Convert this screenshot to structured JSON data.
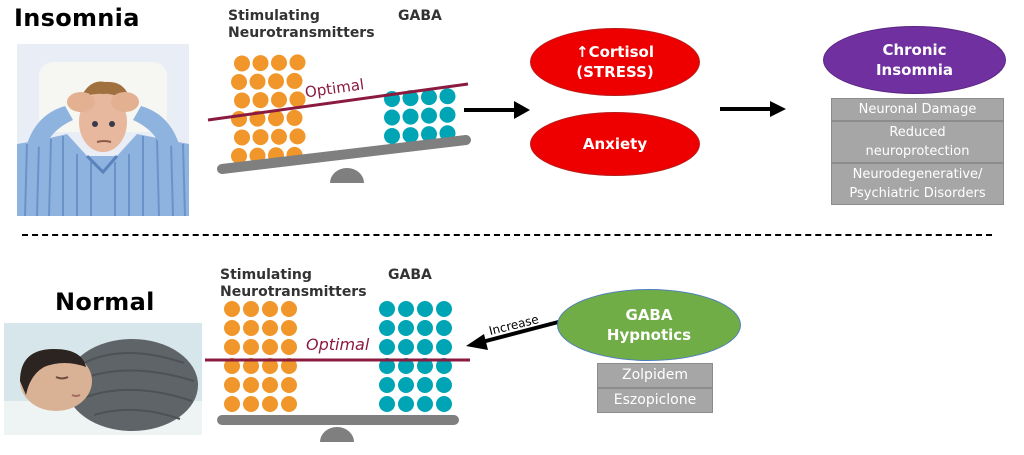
{
  "colors": {
    "stimulating_dot": "#f0962a",
    "gaba_dot": "#00a5b5",
    "optimal_line": "#8b1a3f",
    "seesaw": "#7f7f7f",
    "stress_ellipse": "#ee0000",
    "chronic_ellipse": "#7030a0",
    "hypnotics_ellipse": "#70ad47",
    "effect_box": "#a6a6a6"
  },
  "insomnia": {
    "title": "Insomnia",
    "photo_icon": "man-awake-in-bed-photo",
    "stimulating_label_line1": "Stimulating",
    "stimulating_label_line2": "Neurotransmitters",
    "gaba_label": "GABA",
    "optimal_label": "Optimal",
    "stimulating_dots": {
      "columns": 4,
      "rows": 6
    },
    "gaba_dots": {
      "columns": 4,
      "rows": 3
    },
    "cortisol_line1": "↑Cortisol",
    "cortisol_line2": "(STRESS)",
    "anxiety": "Anxiety",
    "chronic_line1": "Chronic",
    "chronic_line2": "Insomnia",
    "effects": [
      "Neuronal Damage",
      "Reduced neuroprotection",
      "Neurodegenerative/ Psychiatric Disorders"
    ]
  },
  "normal": {
    "title": "Normal",
    "photo_icon": "sleeping-baby-photo",
    "stimulating_label_line1": "Stimulating",
    "stimulating_label_line2": "Neurotransmitters",
    "gaba_label": "GABA",
    "optimal_label": "Optimal",
    "stimulating_dots": {
      "columns": 4,
      "rows": 6
    },
    "gaba_dots": {
      "columns": 4,
      "rows": 6
    },
    "increase_label": "Increase",
    "hypnotics_line1": "GABA",
    "hypnotics_line2": "Hypnotics",
    "drugs": [
      "Zolpidem",
      "Eszopiclone"
    ]
  }
}
